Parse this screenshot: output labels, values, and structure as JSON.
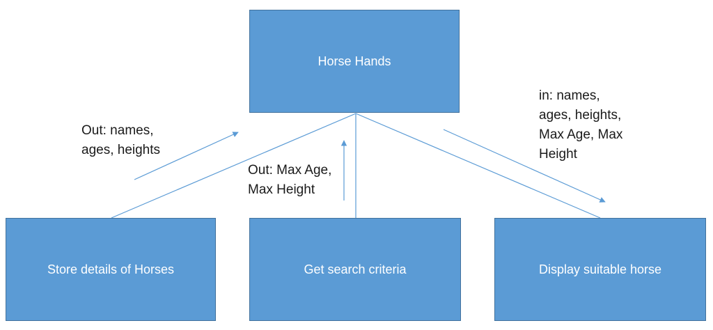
{
  "diagram": {
    "root": {
      "label": "Horse Hands"
    },
    "children": [
      {
        "id": "store",
        "label": "Store details of Horses"
      },
      {
        "id": "search",
        "label": "Get search criteria"
      },
      {
        "id": "display",
        "label": "Display suitable horse"
      }
    ],
    "flows": {
      "store_out": "Out: names,\nages, heights",
      "search_out": "Out: Max Age,\nMax Height",
      "display_in": "in: names,\nages, heights,\nMax Age, Max\nHeight"
    },
    "colors": {
      "box_fill": "#5b9bd5",
      "box_border": "#41719c",
      "connector": "#5b9bd5",
      "box_text": "#ffffff",
      "label_text": "#1a1a1a"
    }
  }
}
